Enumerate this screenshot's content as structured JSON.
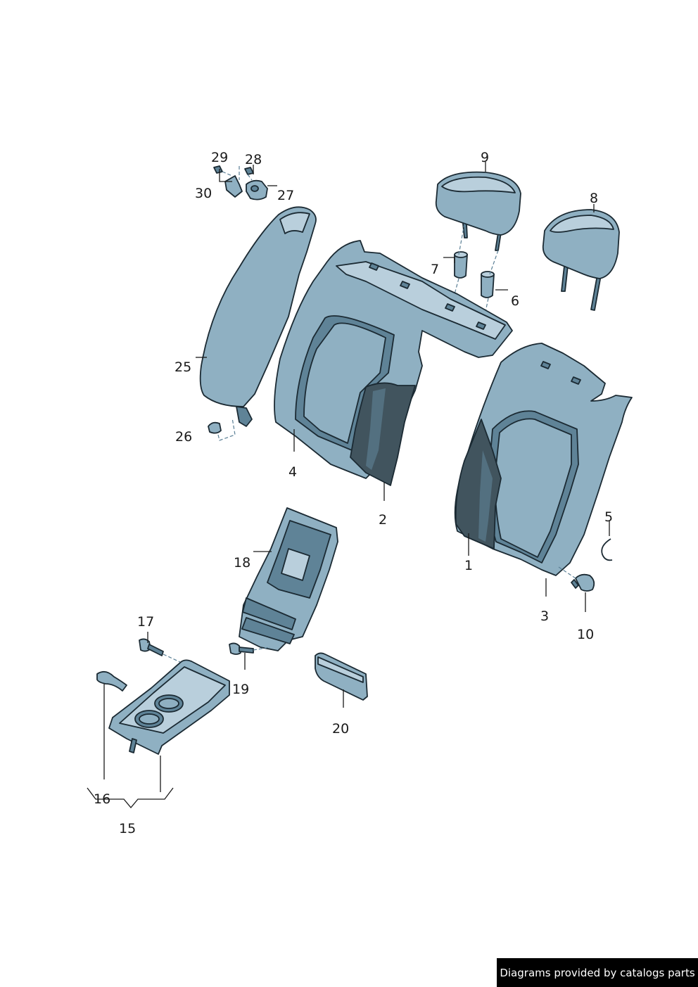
{
  "callouts": [
    {
      "id": "1",
      "label": "1"
    },
    {
      "id": "2",
      "label": "2"
    },
    {
      "id": "3",
      "label": "3"
    },
    {
      "id": "4",
      "label": "4"
    },
    {
      "id": "5",
      "label": "5"
    },
    {
      "id": "6",
      "label": "6"
    },
    {
      "id": "7",
      "label": "7"
    },
    {
      "id": "8",
      "label": "8"
    },
    {
      "id": "9",
      "label": "9"
    },
    {
      "id": "10",
      "label": "10"
    },
    {
      "id": "15",
      "label": "15"
    },
    {
      "id": "16",
      "label": "16"
    },
    {
      "id": "17",
      "label": "17"
    },
    {
      "id": "18",
      "label": "18"
    },
    {
      "id": "19",
      "label": "19"
    },
    {
      "id": "20",
      "label": "20"
    },
    {
      "id": "25",
      "label": "25"
    },
    {
      "id": "26",
      "label": "26"
    },
    {
      "id": "27",
      "label": "27"
    },
    {
      "id": "28",
      "label": "28"
    },
    {
      "id": "29",
      "label": "29"
    },
    {
      "id": "30",
      "label": "30"
    }
  ],
  "footer": {
    "credit": "Diagrams provided by catalogs parts"
  },
  "colors": {
    "part_fill": "#8fb0c2",
    "part_highlight": "#b9cfdc",
    "part_shadow": "#5f8397",
    "foam": "#41545e",
    "outline": "#1b2a33",
    "credit_background": "#000000",
    "credit_text": "#ffffff"
  }
}
